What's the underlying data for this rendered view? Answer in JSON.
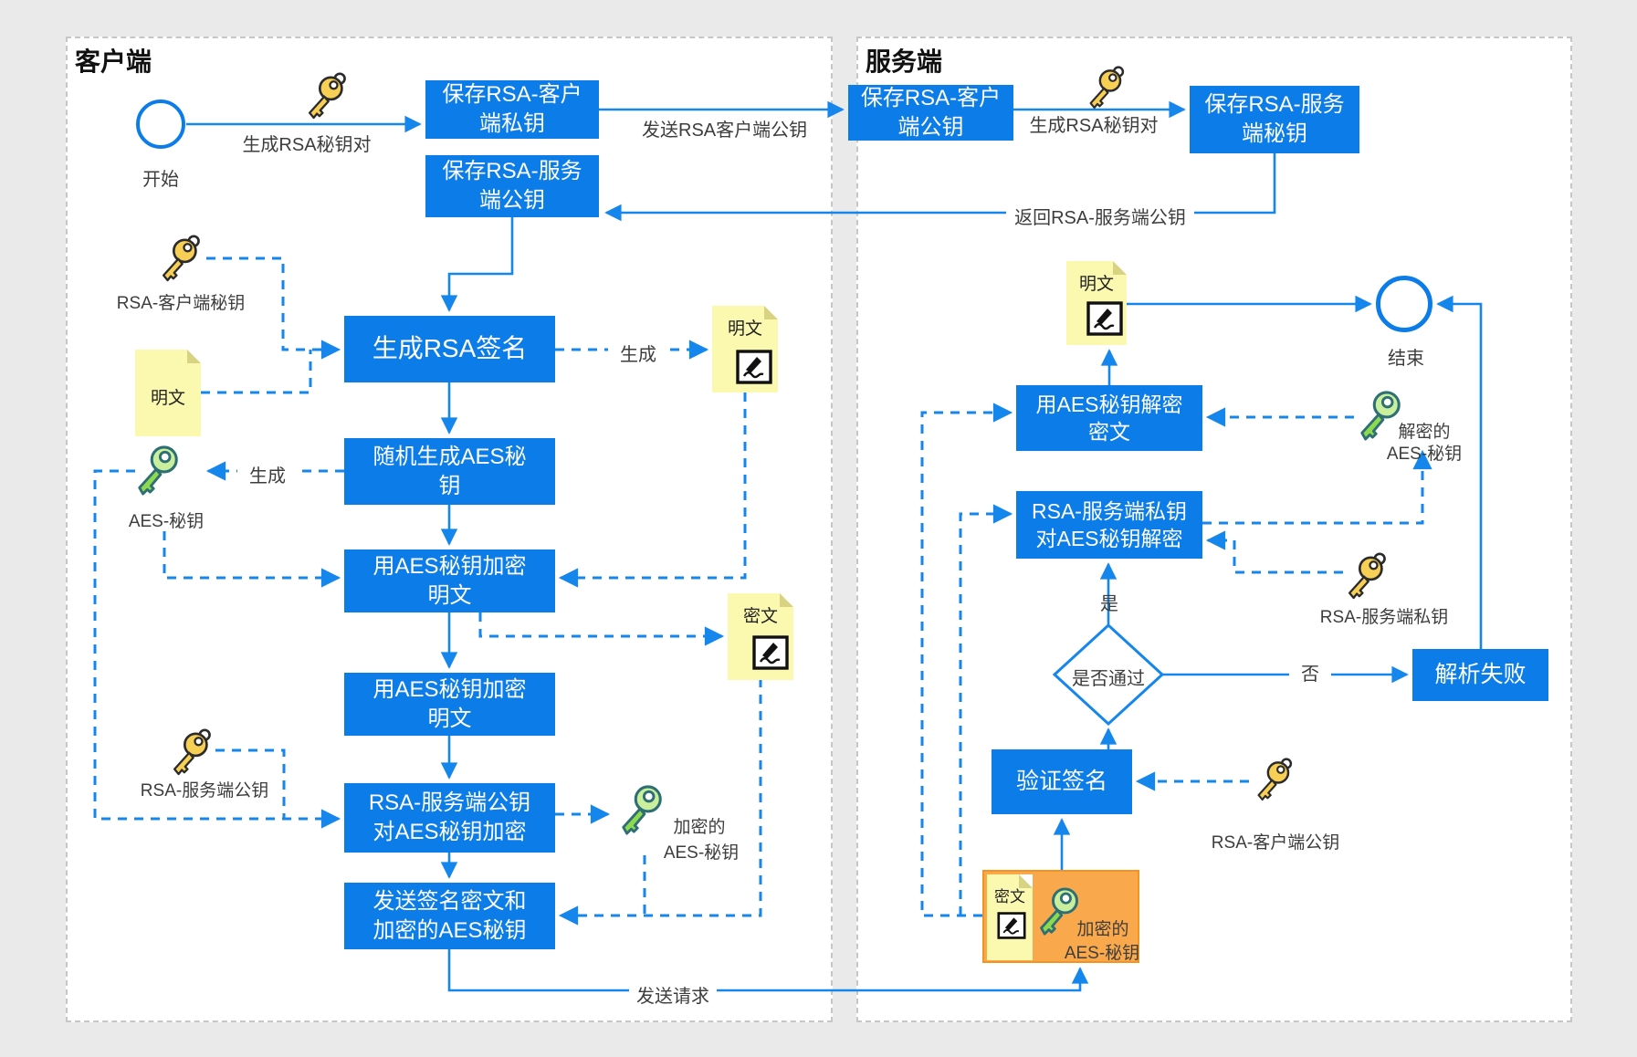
{
  "colors": {
    "box_blue": "#0c7de8",
    "line_blue": "#1486ec",
    "note_yellow": "#fbf9b0",
    "orange": "#f9a94b",
    "key_yellow": "#f8cf55",
    "key_green": "#a8e05f"
  },
  "panels": {
    "client": {
      "title": "客户端"
    },
    "server": {
      "title": "服务端"
    }
  },
  "client": {
    "start_label": "开始",
    "gen_rsa_pair": "生成RSA秘钥对",
    "box_save_client_private": {
      "l1": "保存RSA-客户",
      "l2": "端私钥"
    },
    "send_client_public": "发送RSA客户端公钥",
    "box_save_server_public": {
      "l1": "保存RSA-服务",
      "l2": "端公钥"
    },
    "return_server_public": "返回RSA-服务端公钥",
    "key_client_secret": "RSA-客户端秘钥",
    "note_plain": "明文",
    "box_gen_sign": "生成RSA签名",
    "gen_out": "生成",
    "note_plain_signed": "明文",
    "box_gen_aes": {
      "l1": "随机生成AES秘",
      "l2": "钥"
    },
    "gen_aes": "生成",
    "key_aes": "AES-秘钥",
    "box_enc1": {
      "l1": "用AES秘钥加密",
      "l2": "明文"
    },
    "note_cipher": "密文",
    "box_enc2": {
      "l1": "用AES秘钥加密",
      "l2": "明文"
    },
    "box_rsa_enc": {
      "l1": "RSA-服务端公钥",
      "l2": "对AES秘钥加密"
    },
    "key_server_public": "RSA-服务端公钥",
    "key_enc_aes": {
      "l1": "加密的",
      "l2": "AES-秘钥"
    },
    "box_send": {
      "l1": "发送签名密文和",
      "l2": "加密的AES秘钥"
    },
    "send_request": "发送请求"
  },
  "server": {
    "box_save_client_public": {
      "l1": "保存RSA-客户",
      "l2": "端公钥"
    },
    "gen_rsa_pair": "生成RSA秘钥对",
    "box_save_server_secret": {
      "l1": "保存RSA-服务",
      "l2": "端秘钥"
    },
    "note_plain": "明文",
    "end_label": "结束",
    "box_aes_dec": {
      "l1": "用AES秘钥解密",
      "l2": "密文"
    },
    "key_dec_aes": {
      "l1": "解密的",
      "l2": "AES-秘钥"
    },
    "box_rsa_dec": {
      "l1": "RSA-服务端私钥",
      "l2": "对AES秘钥解密"
    },
    "key_server_private": "RSA-服务端私钥",
    "diamond_label": "是否通过",
    "yes": "是",
    "no": "否",
    "box_fail": "解析失败",
    "box_verify": "验证签名",
    "key_client_public": "RSA-客户端公钥",
    "group_cipher": "密文",
    "group_key": {
      "l1": "加密的",
      "l2": "AES-秘钥"
    }
  }
}
